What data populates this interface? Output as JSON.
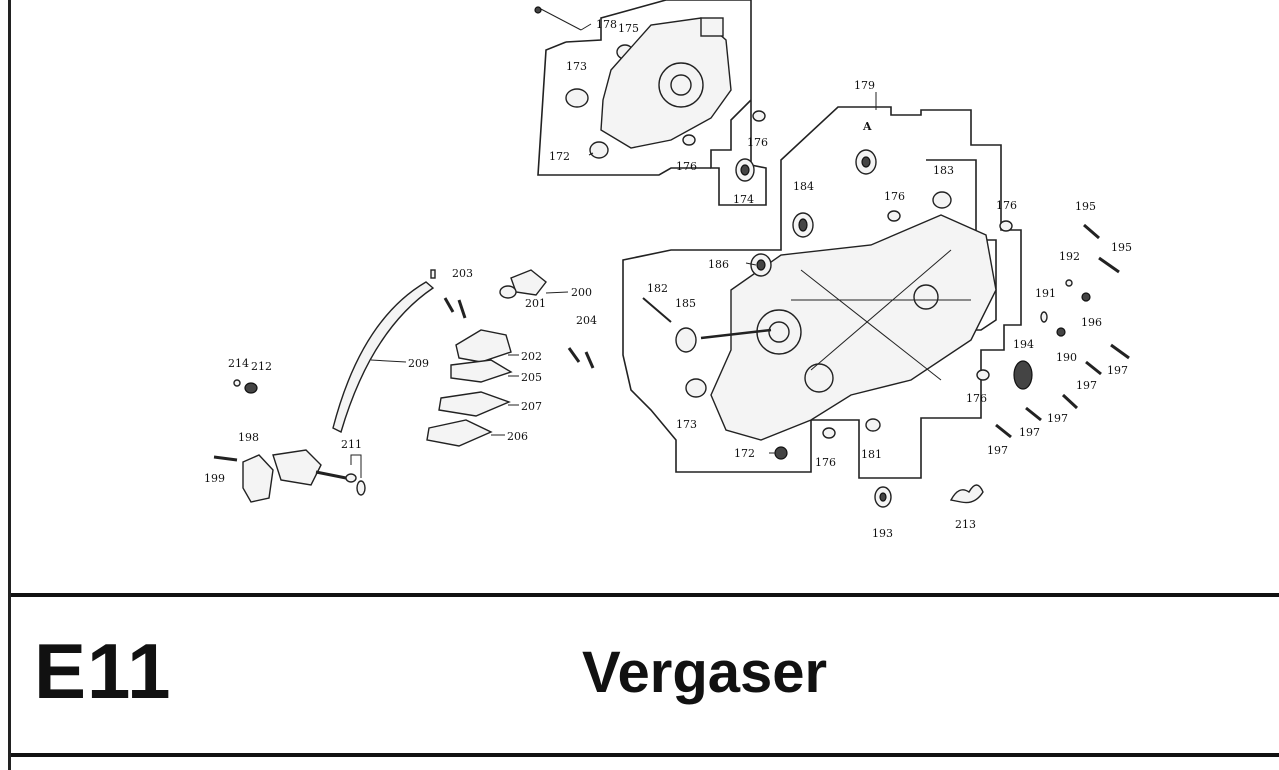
{
  "header": {
    "code": "E11",
    "title": "Vergaser"
  },
  "callouts": [
    {
      "id": "c178",
      "label": "178"
    },
    {
      "id": "c175",
      "label": "175"
    },
    {
      "id": "c173a",
      "label": "173"
    },
    {
      "id": "c172a",
      "label": "172"
    },
    {
      "id": "c176a",
      "label": "176"
    },
    {
      "id": "c176b",
      "label": "176"
    },
    {
      "id": "c174",
      "label": "174"
    },
    {
      "id": "c179",
      "label": "179"
    },
    {
      "id": "cA",
      "label": "A"
    },
    {
      "id": "c184",
      "label": "184"
    },
    {
      "id": "c176c",
      "label": "176"
    },
    {
      "id": "c183",
      "label": "183"
    },
    {
      "id": "c176d",
      "label": "176"
    },
    {
      "id": "c195a",
      "label": "195"
    },
    {
      "id": "c195b",
      "label": "195"
    },
    {
      "id": "c192",
      "label": "192"
    },
    {
      "id": "c191",
      "label": "191"
    },
    {
      "id": "c196",
      "label": "196"
    },
    {
      "id": "c194",
      "label": "194"
    },
    {
      "id": "c190",
      "label": "190"
    },
    {
      "id": "c197a",
      "label": "197"
    },
    {
      "id": "c197b",
      "label": "197"
    },
    {
      "id": "c197c",
      "label": "197"
    },
    {
      "id": "c197d",
      "label": "197"
    },
    {
      "id": "c197e",
      "label": "197"
    },
    {
      "id": "c186",
      "label": "186"
    },
    {
      "id": "c182",
      "label": "182"
    },
    {
      "id": "c185",
      "label": "185"
    },
    {
      "id": "c173b",
      "label": "173"
    },
    {
      "id": "c172b",
      "label": "172"
    },
    {
      "id": "c176e",
      "label": "176"
    },
    {
      "id": "c181",
      "label": "181"
    },
    {
      "id": "c176f",
      "label": "176"
    },
    {
      "id": "c193",
      "label": "193"
    },
    {
      "id": "c213",
      "label": "213"
    },
    {
      "id": "c203",
      "label": "203"
    },
    {
      "id": "c200",
      "label": "200"
    },
    {
      "id": "c201",
      "label": "201"
    },
    {
      "id": "c204",
      "label": "204"
    },
    {
      "id": "c202",
      "label": "202"
    },
    {
      "id": "c205",
      "label": "205"
    },
    {
      "id": "c207",
      "label": "207"
    },
    {
      "id": "c206",
      "label": "206"
    },
    {
      "id": "c209",
      "label": "209"
    },
    {
      "id": "c214",
      "label": "214"
    },
    {
      "id": "c212",
      "label": "212"
    },
    {
      "id": "c198",
      "label": "198"
    },
    {
      "id": "c199",
      "label": "199"
    },
    {
      "id": "c211",
      "label": "211"
    }
  ]
}
